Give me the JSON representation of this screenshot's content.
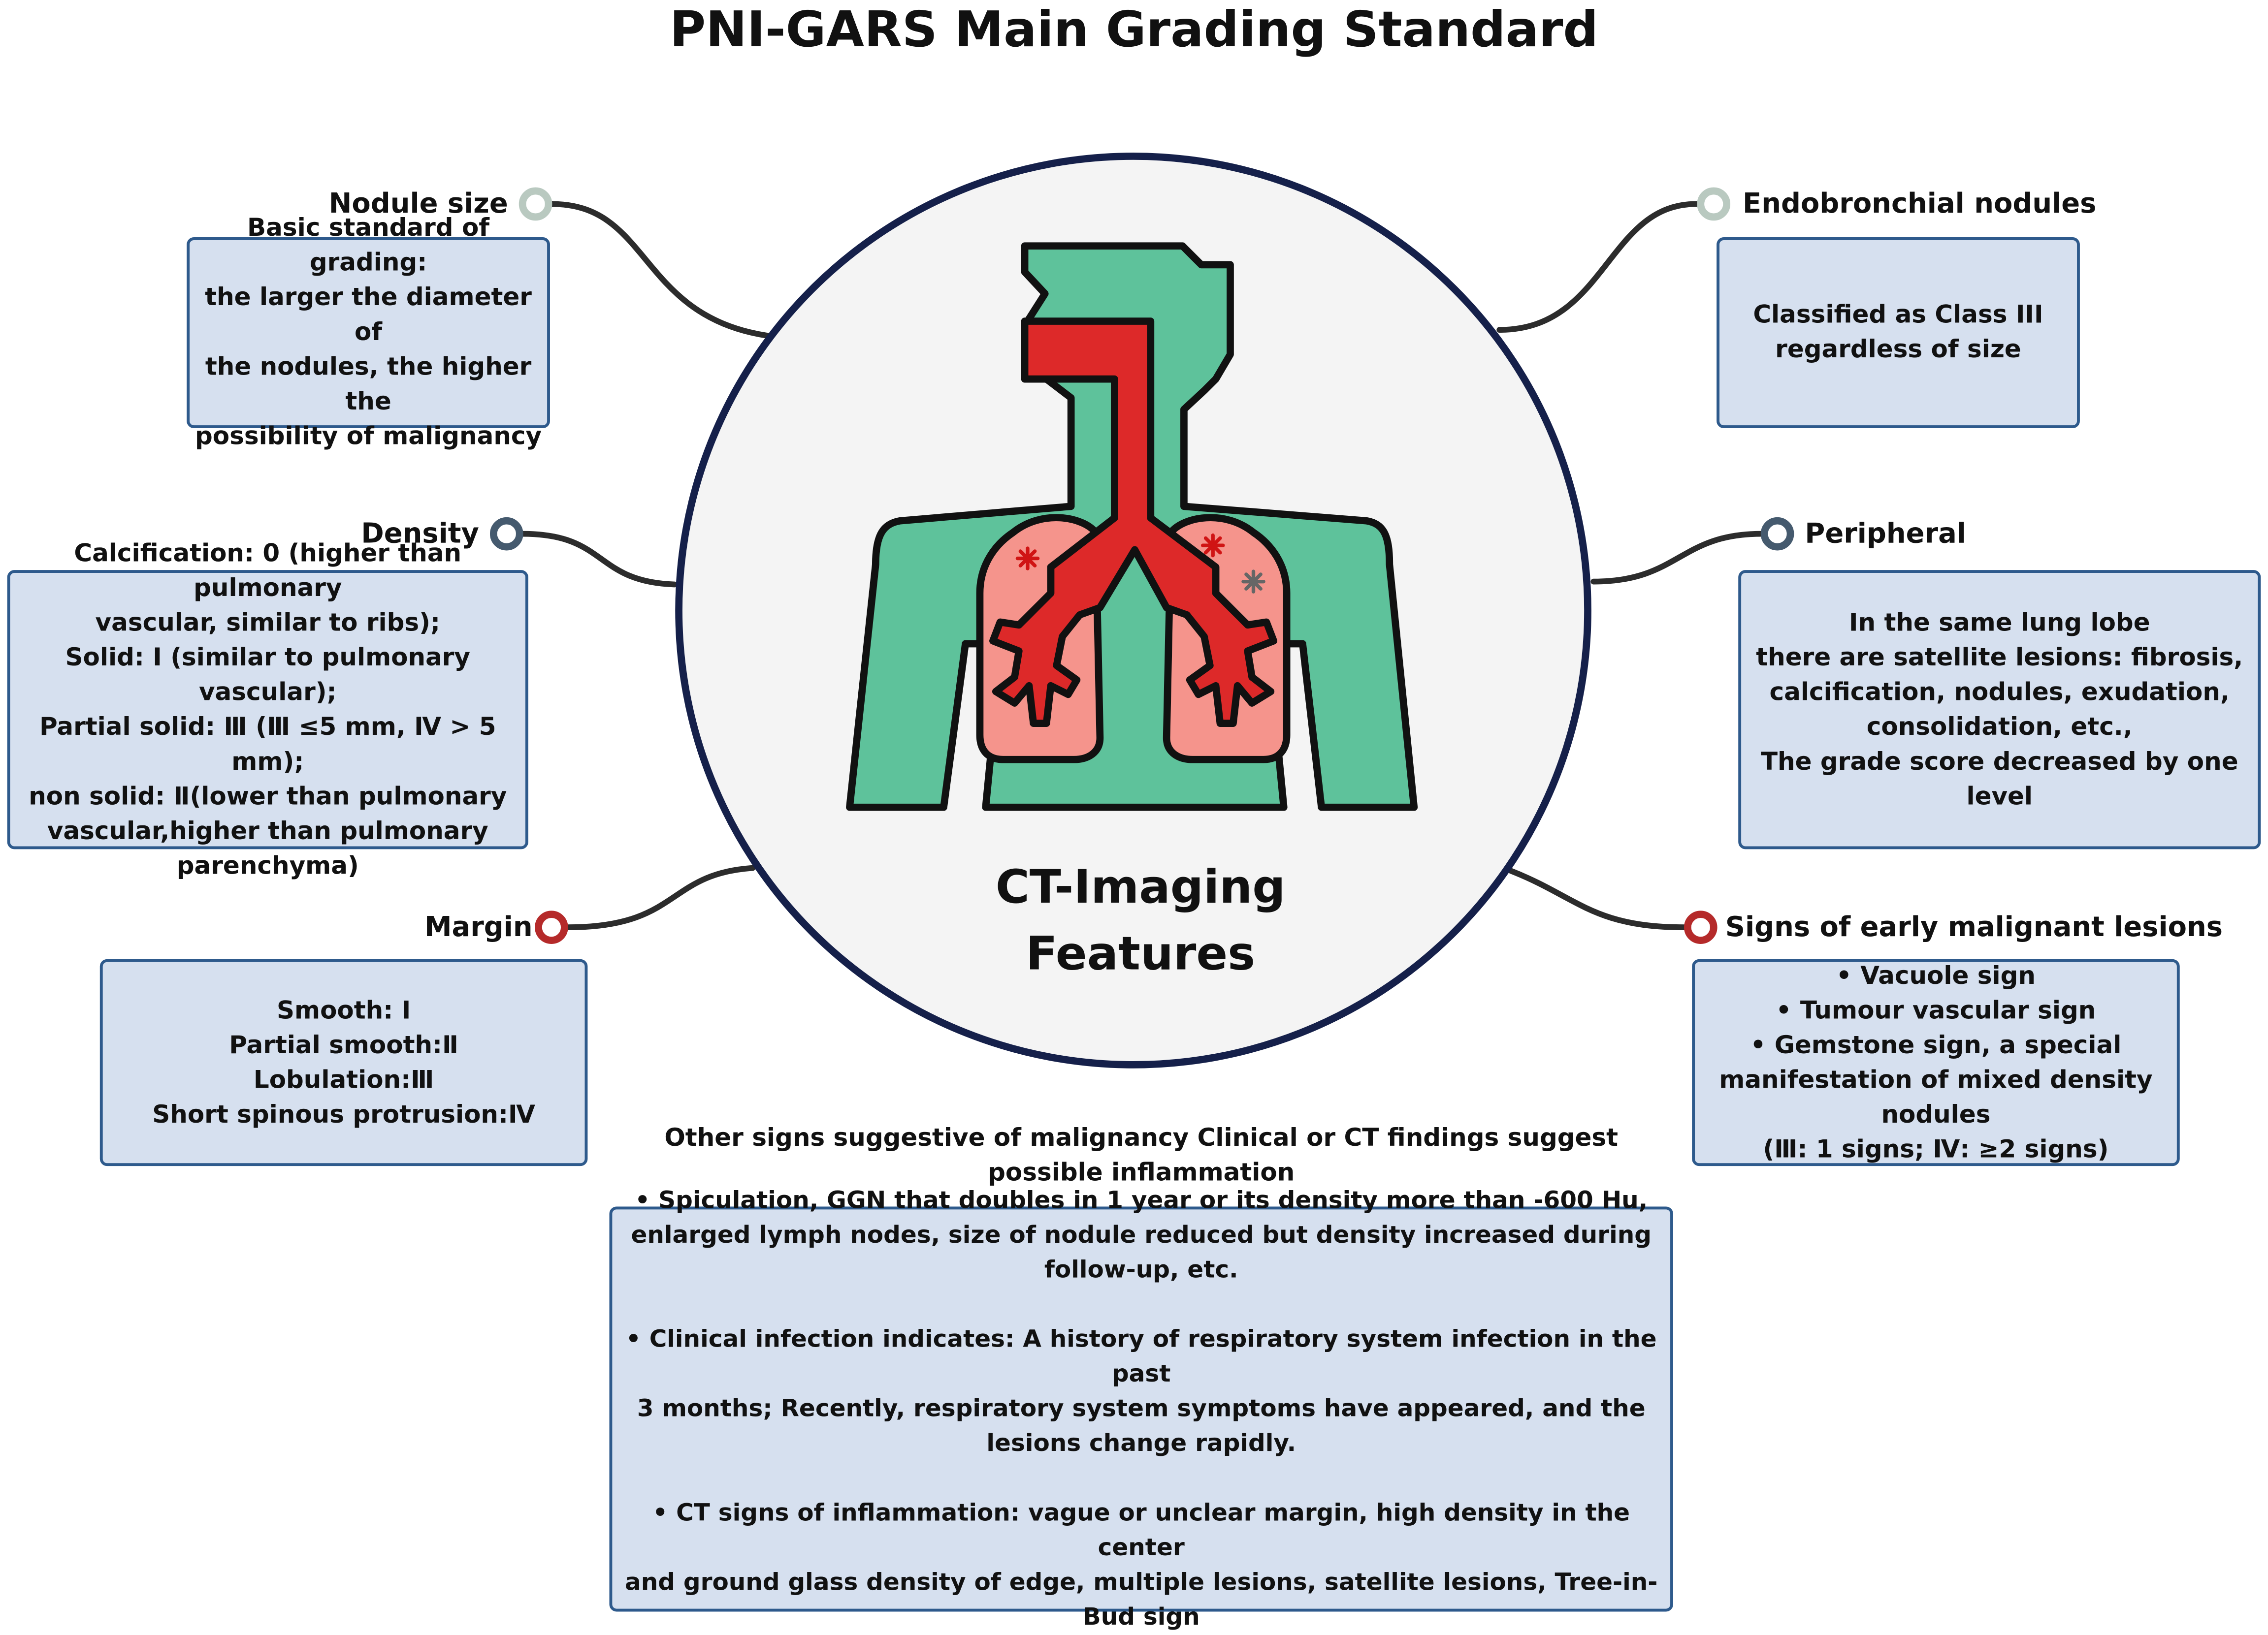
{
  "title": "PNI-GARS Main Grading Standard",
  "center_label": [
    "CT-Imaging",
    "Features"
  ],
  "colors": {
    "body": "#5ec29b",
    "trachea": "#dd2929",
    "lung": "#f5948c",
    "outline": "#111111",
    "circle_border": "#15204a",
    "circle_fill": "#f4f4f4",
    "box_fill": "#d6e0ef",
    "box_border": "#2e5a8c",
    "connector": "#2c2c2c",
    "node_light": "#b9c9c0",
    "node_slate": "#455a6e",
    "node_red": "#b52a2a"
  },
  "left": {
    "nodule_size": {
      "label": "Nodule size",
      "lines": [
        "Basic standard of grading:",
        "the larger the diameter of",
        "the nodules, the higher the",
        "possibility of malignancy"
      ]
    },
    "density": {
      "label": "Density",
      "lines": [
        "Calcification: 0 (higher than pulmonary",
        "vascular, similar to ribs);",
        "Solid: Ⅰ (similar to pulmonary",
        "vascular);",
        "Partial solid: Ⅲ (Ⅲ ≤5 mm, Ⅳ > 5 mm);",
        "non solid: Ⅱ(lower than pulmonary",
        "vascular,higher than pulmonary",
        "parenchyma)"
      ]
    },
    "margin": {
      "label": "Margin",
      "lines": [
        "Smooth: Ⅰ",
        "Partial smooth:Ⅱ",
        "Lobulation:Ⅲ",
        "Short spinous protrusion:Ⅳ"
      ]
    }
  },
  "right": {
    "endobronchial": {
      "label": "Endobronchial nodules",
      "lines": [
        "Classified as Class III",
        "regardless of size"
      ]
    },
    "peripheral": {
      "label": "Peripheral",
      "lines": [
        "In the same lung lobe",
        "there are satellite lesions: fibrosis,",
        "calcification, nodules, exudation,",
        "consolidation, etc.,",
        "The grade score decreased by one level"
      ]
    },
    "early_signs": {
      "label": "Signs of early malignant lesions",
      "lines": [
        "• Vacuole sign",
        "• Tumour vascular sign",
        "• Gemstone sign, a special",
        "manifestation of mixed density",
        "nodules",
        "(Ⅲ: 1 signs;  Ⅳ: ≥2 signs)"
      ]
    }
  },
  "bottom": {
    "caption": [
      "Other signs suggestive of malignancy Clinical or CT findings suggest",
      "possible inflammation"
    ],
    "paragraphs": [
      [
        "• Spiculation, GGN that doubles in 1 year or its density more than -600 Hu,",
        "enlarged lymph nodes, size of nodule reduced but density increased during",
        "follow-up, etc."
      ],
      [
        "• Clinical infection indicates: A history of respiratory system infection in the past",
        "3 months; Recently, respiratory system symptoms have appeared, and the",
        "lesions change rapidly."
      ],
      [
        "• CT signs of inflammation: vague or unclear margin, high density in the center",
        "and ground glass density of edge, multiple lesions, satellite lesions, Tree-in-",
        "Bud sign"
      ]
    ]
  }
}
